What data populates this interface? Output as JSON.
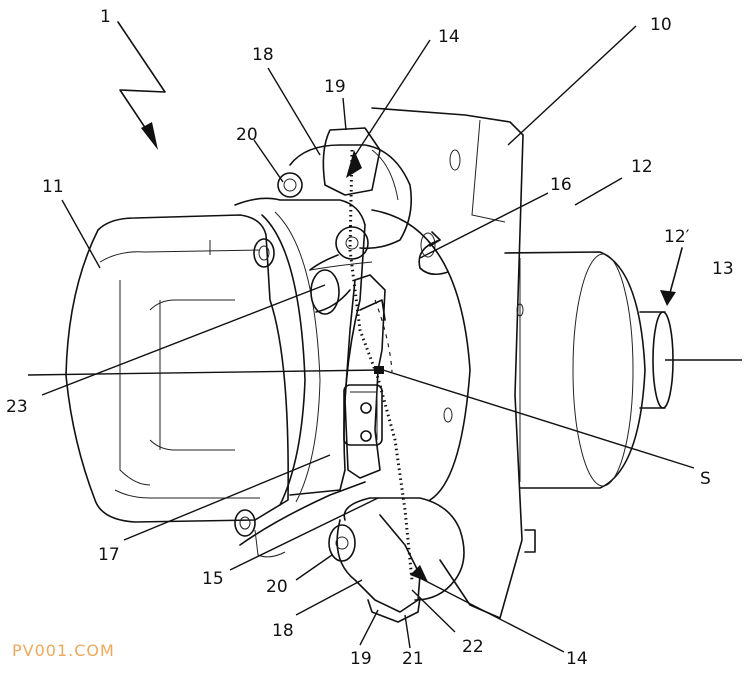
{
  "labels": {
    "fig_number": "1",
    "brake_housing": "11",
    "carrier_plate": "10",
    "motor": "12",
    "motor_prime": "12′",
    "axis": "13",
    "fastener_upper": "14",
    "fastener_lower": "14",
    "bracket": "15",
    "spindle": "16",
    "frame": "17",
    "foot_upper": "18",
    "foot_lower": "18",
    "tab_upper": "19",
    "tab_lower": "19",
    "screw_upper": "20",
    "screw_lower": "20",
    "part_21": "21",
    "part_22": "22",
    "part_23": "23",
    "section": "S"
  },
  "watermark": "PV001.COM",
  "colors": {
    "line": "#111111",
    "watermark": "#f0a85a",
    "background": "#ffffff"
  }
}
